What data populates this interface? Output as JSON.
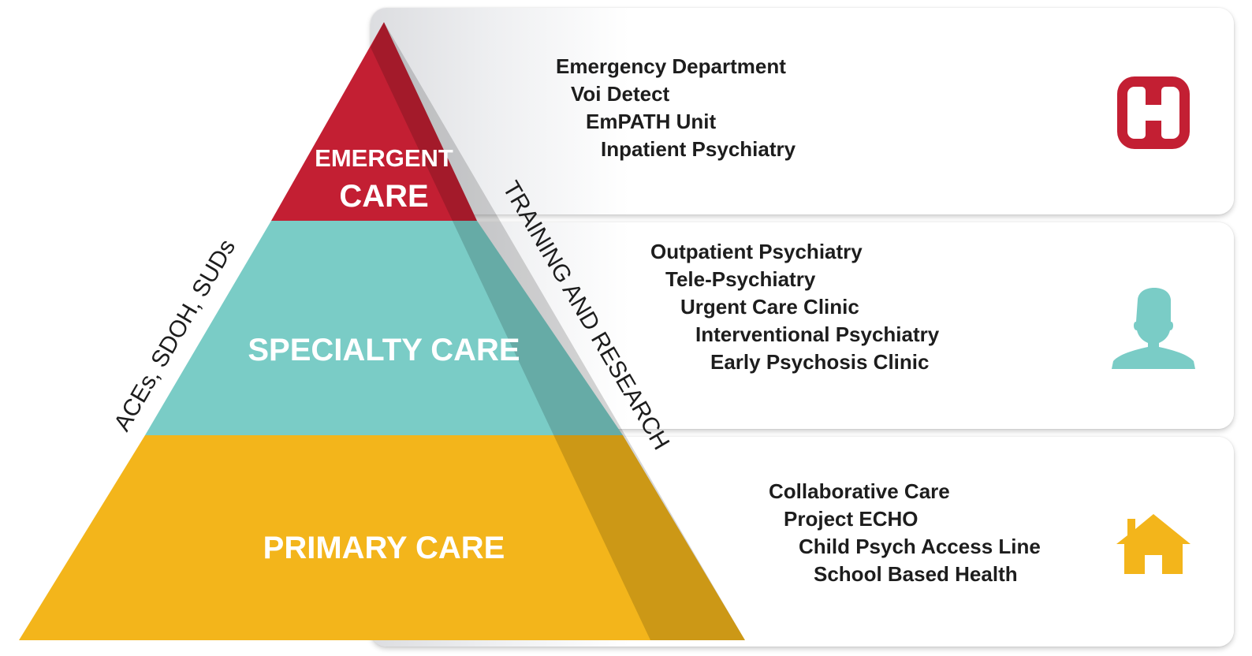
{
  "pyramid": {
    "tiers": [
      {
        "line1": "EMERGENT",
        "line2": "CARE",
        "color": "#c31f33"
      },
      {
        "label": "SPECIALTY CARE",
        "color": "#7accc6"
      },
      {
        "label": "PRIMARY CARE",
        "color": "#f3b51b"
      }
    ],
    "left_side_label": "ACEs, SDOH, SUDs",
    "right_side_label": "TRAINING AND RESEARCH"
  },
  "panels": {
    "emergent": {
      "items": [
        "Emergency Department",
        "Voi Detect",
        "EmPATH Unit",
        "Inpatient Psychiatry"
      ],
      "icon": "hospital-icon",
      "icon_color": "#c31f33"
    },
    "specialty": {
      "items": [
        "Outpatient Psychiatry",
        "Tele-Psychiatry",
        "Urgent Care Clinic",
        "Interventional Psychiatry",
        "Early Psychosis Clinic"
      ],
      "icon": "person-icon",
      "icon_color": "#7accc6"
    },
    "primary": {
      "items": [
        "Collaborative Care",
        "Project ECHO",
        "Child Psych Access Line",
        "School Based Health"
      ],
      "icon": "house-icon",
      "icon_color": "#f3b51b"
    }
  }
}
